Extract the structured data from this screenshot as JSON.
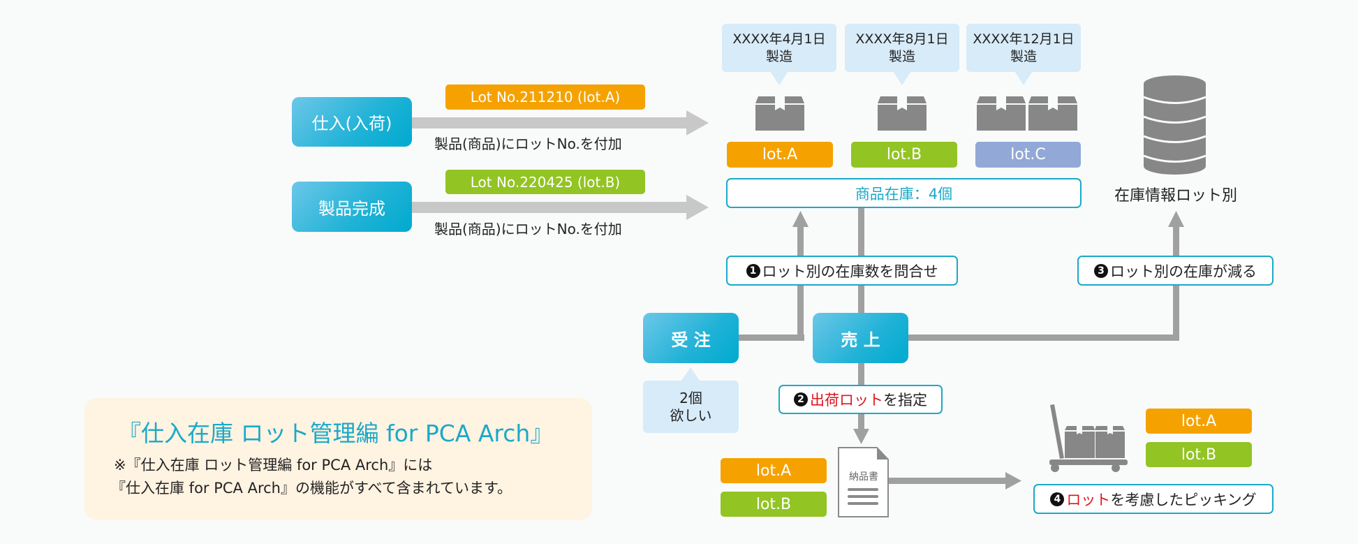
{
  "colors": {
    "lot_a": "#f5a200",
    "lot_b": "#92c423",
    "lot_c": "#92a8d6",
    "accent": "#1aa9c9",
    "highlight_red": "#e0141e",
    "arrow_gray": "#a0a0a0",
    "input_arrow_gray": "#c8c8c8",
    "icon_gray": "#878787",
    "bubble_blue": "#d7ebf8",
    "card_bg": "#fff3e2"
  },
  "inputs": [
    {
      "label": "仕入(入荷)",
      "lot_badge": "Lot No.211210 (lot.A)",
      "lot": "A",
      "caption": "製品(商品)にロットNo.を付加"
    },
    {
      "label": "製品完成",
      "lot_badge": "Lot No.220425 (lot.B)",
      "lot": "B",
      "caption": "製品(商品)にロットNo.を付加"
    }
  ],
  "manufacture": [
    {
      "date": "XXXX年4月1日",
      "note": "製造",
      "lot_label": "lot.A",
      "boxes": 1
    },
    {
      "date": "XXXX年8月1日",
      "note": "製造",
      "lot_label": "lot.B",
      "boxes": 1
    },
    {
      "date": "XXXX年12月1日",
      "note": "製造",
      "lot_label": "lot.C",
      "boxes": 2
    }
  ],
  "stock_total": "商品在庫：4個",
  "database_label": "在庫情報ロット別",
  "steps": {
    "step1": {
      "num": "1",
      "text": "ロット別の在庫数を問合せ"
    },
    "step2": {
      "num": "2",
      "red": "出荷ロット",
      "text": "を指定"
    },
    "step3": {
      "num": "3",
      "text": "ロット別の在庫が減る"
    },
    "step4": {
      "num": "4",
      "red": "ロット",
      "text": "を考慮したピッキング"
    }
  },
  "order": {
    "label": "受 注",
    "bubble_line1": "2個",
    "bubble_line2": "欲しい"
  },
  "sales": {
    "label": "売 上"
  },
  "delivery_note": {
    "label": "納品書",
    "lots": [
      "lot.A",
      "lot.B"
    ]
  },
  "picking": {
    "lots": [
      "lot.A",
      "lot.B"
    ]
  },
  "info_card": {
    "title": "『仕入在庫 ロット管理編 for PCA Arch』",
    "line1": "※『仕入在庫 ロット管理編 for PCA Arch』には",
    "line2": "『仕入在庫 for PCA Arch』の機能がすべて含まれています。"
  }
}
